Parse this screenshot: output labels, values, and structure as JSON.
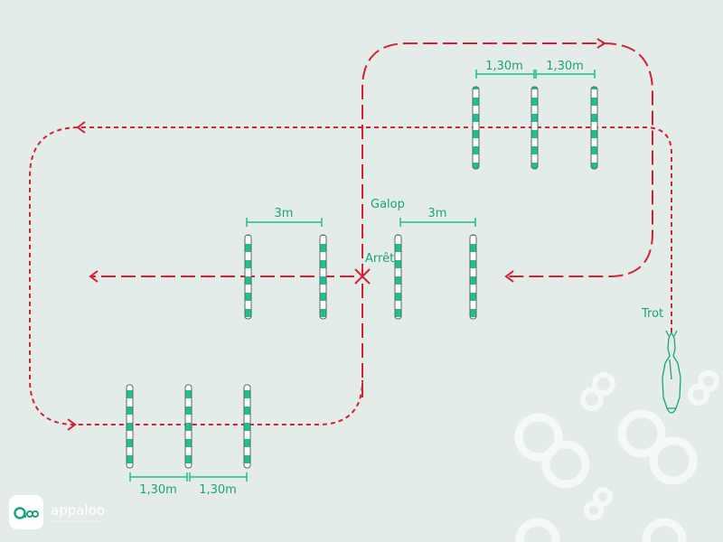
{
  "labels": {
    "galop": "Galop",
    "arret": "Arrêt",
    "trot": "Trot"
  },
  "measurements": {
    "top_right_1": "1,30m",
    "top_right_2": "1,30m",
    "middle_left": "3m",
    "middle_right": "3m",
    "bottom_left_1": "1,30m",
    "bottom_left_2": "1,30m"
  },
  "brand": {
    "name": "appaloo"
  },
  "colors": {
    "background": "#e3ece8",
    "path": "#d61f36",
    "pole_accent": "#1fbf8f",
    "label": "#1aa37a",
    "decor": "#f4f8f6"
  }
}
